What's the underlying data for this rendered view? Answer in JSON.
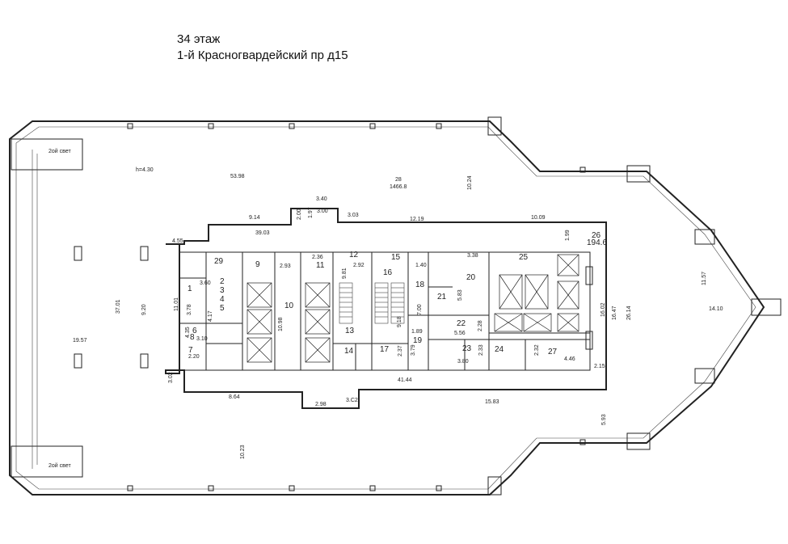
{
  "title": {
    "floor": "34 этаж",
    "address": "1-й Красногвардейский пр д15"
  },
  "labels": {
    "double_height": "2ой свет",
    "ceiling_height": "h=4.30",
    "main_room_num": "28",
    "main_room_area": "1466.8",
    "corridor_num": "26",
    "corridor_area": "194.6"
  },
  "rooms": [
    {
      "n": "1"
    },
    {
      "n": "2"
    },
    {
      "n": "3"
    },
    {
      "n": "4"
    },
    {
      "n": "5"
    },
    {
      "n": "6"
    },
    {
      "n": "7"
    },
    {
      "n": "8"
    },
    {
      "n": "9"
    },
    {
      "n": "10"
    },
    {
      "n": "11"
    },
    {
      "n": "12"
    },
    {
      "n": "13"
    },
    {
      "n": "14"
    },
    {
      "n": "15"
    },
    {
      "n": "16"
    },
    {
      "n": "17"
    },
    {
      "n": "18"
    },
    {
      "n": "19"
    },
    {
      "n": "20"
    },
    {
      "n": "21"
    },
    {
      "n": "22"
    },
    {
      "n": "23"
    },
    {
      "n": "24"
    },
    {
      "n": "25"
    },
    {
      "n": "27"
    },
    {
      "n": "29"
    }
  ],
  "dimensions": [
    "53.98",
    "10.24",
    "3.40",
    "2.00",
    "1.97",
    "3.00",
    "3.03",
    "12.19",
    "10.09",
    "9.14",
    "39.03",
    "1.99",
    "4.55",
    "2.93",
    "2.36",
    "2.92",
    "9.81",
    "1.40",
    "3.38",
    "3.60",
    "3.78",
    "11.01",
    "9.20",
    "37.01",
    "19.57",
    "4.17",
    "4.35",
    "3.10",
    "2.20",
    "10.98",
    "7.00",
    "5.83",
    "1.89",
    "5.56",
    "2.28",
    "3.79",
    "2.37",
    "3.80",
    "2.33",
    "2.32",
    "4.46",
    "16.02",
    "16.47",
    "26.14",
    "2.15",
    "11.57",
    "14.10",
    "3.02",
    "8.64",
    "2.98",
    "3.C2",
    "41.44",
    "15.83",
    "5.93",
    "10.23",
    "9.18"
  ]
}
